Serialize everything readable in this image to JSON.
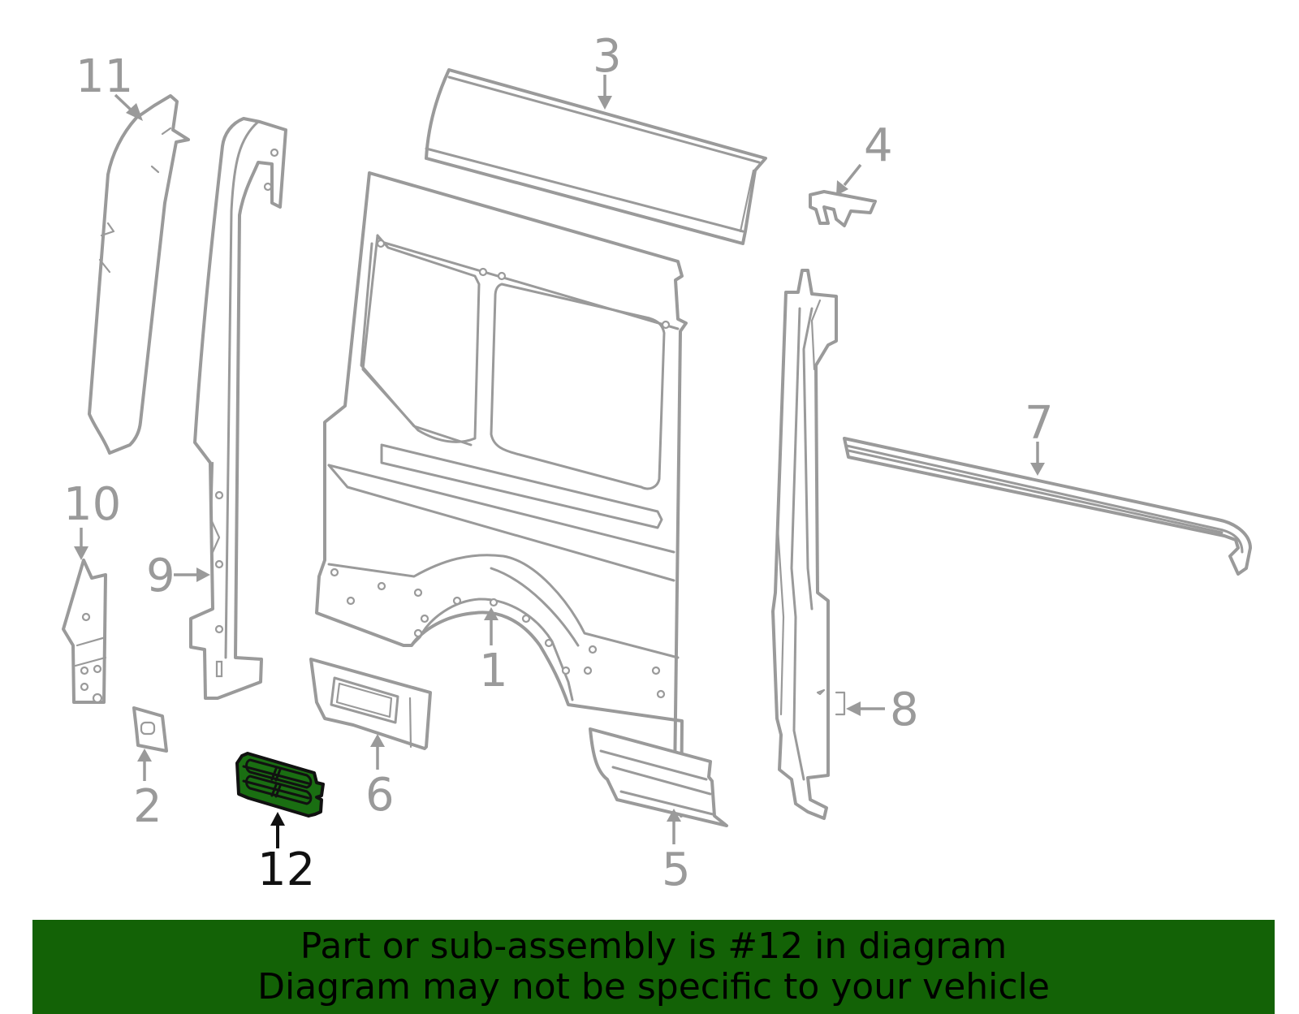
{
  "callouts": [
    {
      "number": "1"
    },
    {
      "number": "2"
    },
    {
      "number": "3"
    },
    {
      "number": "4"
    },
    {
      "number": "5"
    },
    {
      "number": "6"
    },
    {
      "number": "7"
    },
    {
      "number": "8"
    },
    {
      "number": "9"
    },
    {
      "number": "10"
    },
    {
      "number": "11"
    },
    {
      "number": "12"
    }
  ],
  "highlighted_part": "12",
  "colors": {
    "outline": "#9a9a9a",
    "highlight_fill": "#1a6e12",
    "banner_background": "#136206",
    "banner_text": "#000000"
  },
  "banner": {
    "line1": "Part or sub-assembly is #12 in diagram",
    "line2": "Diagram may not be specific to your vehicle"
  }
}
